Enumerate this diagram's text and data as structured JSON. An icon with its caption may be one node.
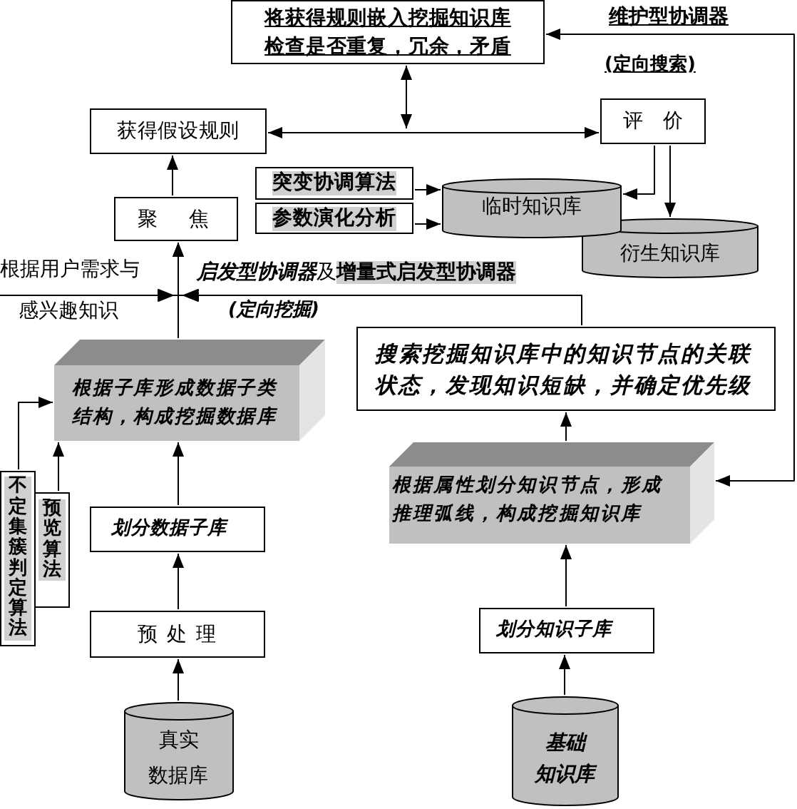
{
  "diagram": {
    "nodes": [
      {
        "text": [
          "将获得规则嵌入挖掘知识库",
          "检查是否重复，冗余，矛盾"
        ]
      },
      {
        "text": [
          "获得假设规则"
        ]
      },
      {
        "text": [
          "评　价"
        ]
      },
      {
        "text": [
          "聚　焦"
        ]
      },
      {
        "text": [
          "突变协调算法"
        ]
      },
      {
        "text": [
          "参数演化分析"
        ]
      },
      {
        "text": [
          "临时知识库"
        ]
      },
      {
        "text": [
          "衍生知识库"
        ]
      },
      {
        "text": [
          "根据用户需求与感兴趣知识"
        ]
      },
      {
        "text": [
          "根据子库形成数据子类结构，构成挖掘数据库"
        ]
      },
      {
        "text": [
          "搜索挖掘知识库中的知识节点的关联状态，发现知识短缺，并确定优先级"
        ]
      },
      {
        "text": [
          "不定集簇判定算法"
        ]
      },
      {
        "text": [
          "预览算法"
        ]
      },
      {
        "text": [
          "划分数据子库"
        ]
      },
      {
        "text": [
          "根据属性划分知识节点，形成推理弧线，构成挖掘知识库"
        ]
      },
      {
        "text": [
          "预 处 理"
        ]
      },
      {
        "text": [
          "划分知识子库"
        ]
      },
      {
        "text": [
          "真实数据库"
        ]
      },
      {
        "text": [
          "基础知识库"
        ]
      }
    ],
    "edges": [
      {
        "from": 0,
        "to": null,
        "arrow": "both"
      },
      {
        "from": 1,
        "to": 2,
        "arrow": "both"
      },
      {
        "from": 14,
        "to": 0,
        "arrow": "both"
      },
      {
        "from": 3,
        "to": 1,
        "arrow": "to"
      },
      {
        "from": 4,
        "to": 6,
        "arrow": "to"
      },
      {
        "from": 5,
        "to": 6,
        "arrow": "to"
      },
      {
        "from": 2,
        "to": 6,
        "arrow": "to"
      },
      {
        "from": 2,
        "to": 7,
        "arrow": "to"
      },
      {
        "from": 9,
        "to": 3,
        "arrow": "to"
      },
      {
        "from": 8,
        "to": 3,
        "arrow": "to"
      },
      {
        "from": 10,
        "to": 3,
        "arrow": "to"
      },
      {
        "from": 11,
        "to": 9,
        "arrow": "to"
      },
      {
        "from": 12,
        "to": 9,
        "arrow": "to"
      },
      {
        "from": 13,
        "to": 9,
        "arrow": "to"
      },
      {
        "from": 15,
        "to": 13,
        "arrow": "to"
      },
      {
        "from": 17,
        "to": 15,
        "arrow": "to"
      },
      {
        "from": 14,
        "to": 10,
        "arrow": "to"
      },
      {
        "from": 16,
        "to": 14,
        "arrow": "to"
      },
      {
        "from": 18,
        "to": 16,
        "arrow": "to"
      }
    ],
    "labels": [
      "维护型协调器",
      "(定向搜索)",
      "**启发型协调器**及**增量式启发型协调器**",
      "(定向挖掘)"
    ]
  }
}
